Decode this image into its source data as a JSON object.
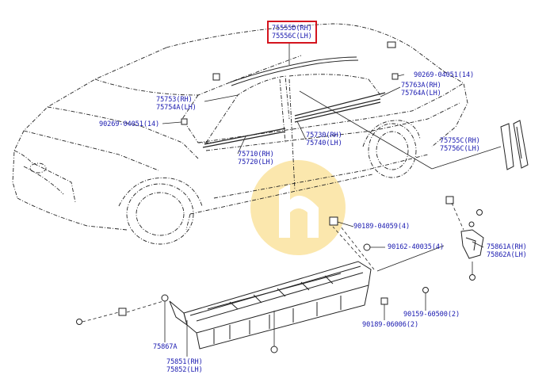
{
  "colors": {
    "line": "#222222",
    "label": "#1a1ab0",
    "highlight": "#d4141e",
    "watermark": "#f6c842"
  },
  "watermark_icon": "toyota-parts-logo-icon",
  "callouts": [
    {
      "id": "roof_drip",
      "lines": [
        "75555D(RH)",
        "75556C(LH)"
      ],
      "highlighted": true
    },
    {
      "id": "clip_roof",
      "lines": [
        "90269-04051(14)"
      ]
    },
    {
      "id": "rear_door_belt",
      "lines": [
        "75763A(RH)",
        "75764A(LH)"
      ]
    },
    {
      "id": "front_door_belt",
      "lines": [
        "75753(RH)",
        "75754A(LH)"
      ]
    },
    {
      "id": "clip_front",
      "lines": [
        "90269-04051(14)"
      ]
    },
    {
      "id": "front_door_side",
      "lines": [
        "75710(RH)",
        "75720(LH)"
      ]
    },
    {
      "id": "rear_door_side",
      "lines": [
        "75730(RH)",
        "75740(LH)"
      ]
    },
    {
      "id": "rear_pillar",
      "lines": [
        "75755C(RH)",
        "75756C(LH)"
      ]
    },
    {
      "id": "nut_top",
      "lines": [
        "90189-04059(4)"
      ]
    },
    {
      "id": "screw_top",
      "lines": [
        "90162-40035(4)"
      ]
    },
    {
      "id": "mudguard",
      "lines": [
        "75861A(RH)",
        "75862A(LH)"
      ]
    },
    {
      "id": "screw_bottom",
      "lines": [
        "90159-60500(2)"
      ]
    },
    {
      "id": "nut_bottom",
      "lines": [
        "90189-06006(2)"
      ]
    },
    {
      "id": "front_mudguard",
      "lines": [
        "75867A"
      ]
    },
    {
      "id": "rocker_moulding",
      "lines": [
        "75851(RH)",
        "75852(LH)"
      ]
    }
  ]
}
